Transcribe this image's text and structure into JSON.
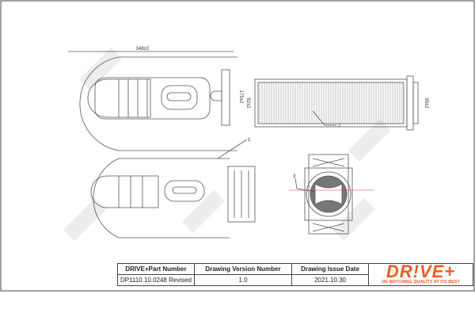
{
  "title_block": {
    "headers": [
      "DRIVE+Part Number",
      "Drawing Version Number",
      "Drawing Issue Date"
    ],
    "values": [
      "DP1110.10.0248 Revised",
      "1.0",
      "2021.10.30"
    ]
  },
  "logo": {
    "text": "DR!VE+",
    "tagline": "OE MATCHING QUALITY AT ITS BEST",
    "color": "#f15a24"
  },
  "watermark": {
    "text": "DRIVE+"
  },
  "dimensions": {
    "length": "348±2",
    "height": "175±2",
    "filter_height": "82±2",
    "filter_end": "95±2"
  },
  "callouts": [
    "1",
    "2",
    "3"
  ]
}
